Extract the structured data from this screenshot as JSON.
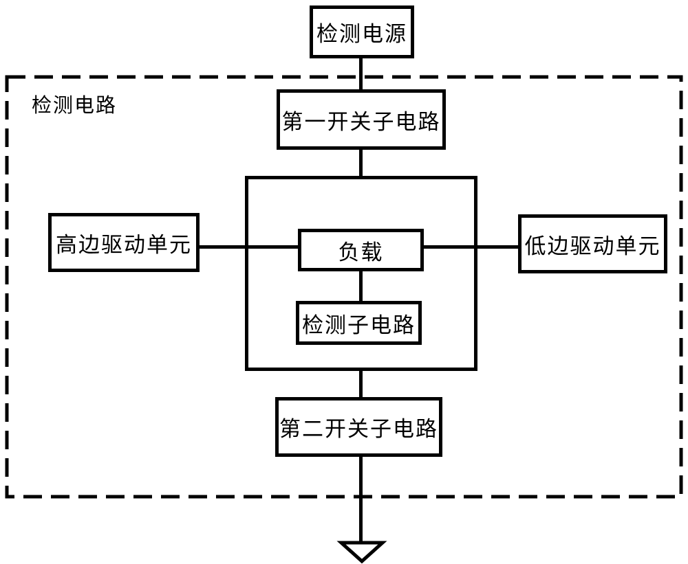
{
  "diagram": {
    "container_label": "检测电路",
    "nodes": {
      "power": {
        "label": "检测电源"
      },
      "switch1": {
        "label": "第一开关子电路"
      },
      "load": {
        "label": "负载"
      },
      "detect_sub": {
        "label": "检测子电路"
      },
      "high_side": {
        "label": "高边驱动单元"
      },
      "low_side": {
        "label": "低边驱动单元"
      },
      "switch2": {
        "label": "第二开关子电路"
      }
    },
    "icons": {
      "ground": "ground-symbol-icon"
    },
    "edges": [
      {
        "from": "power",
        "to": "switch1"
      },
      {
        "from": "switch1",
        "to": "load_container"
      },
      {
        "from": "high_side",
        "to": "load"
      },
      {
        "from": "load",
        "to": "low_side"
      },
      {
        "from": "load",
        "to": "detect_sub"
      },
      {
        "from": "load_container",
        "to": "switch2"
      },
      {
        "from": "switch2",
        "to": "ground"
      }
    ],
    "colors": {
      "line": "#000000",
      "background": "#ffffff"
    }
  }
}
